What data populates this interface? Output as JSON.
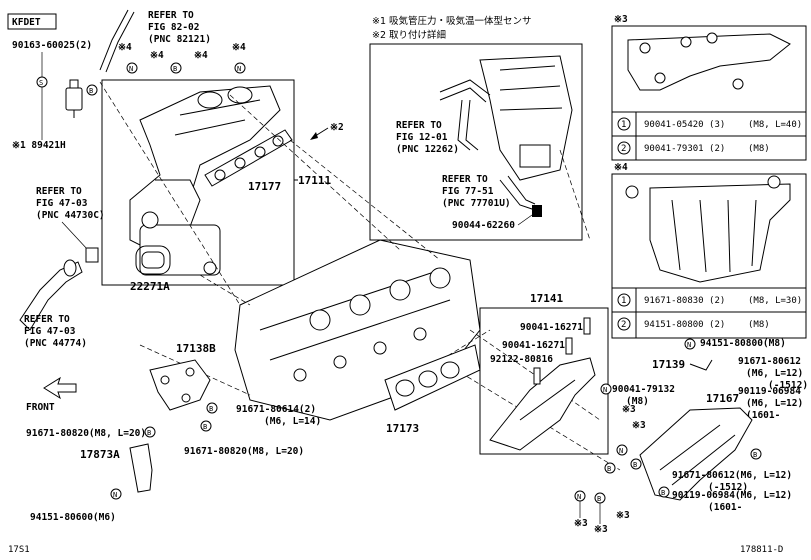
{
  "header": {
    "kfdet": "KFDET",
    "jp_note1": "※1 吸気管圧力・吸気温一体型センサ",
    "jp_note2": "※2 取り付け詳細",
    "note3_mark": "※3",
    "note4_mark": "※4"
  },
  "labels": {
    "p90163": "90163-60025(2)",
    "refer_top_1": "REFER TO",
    "refer_top_2": "FIG 82-02",
    "refer_top_3": "(PNC 82121)",
    "m4a": "※4",
    "m4b": "※4",
    "m4c": "※4",
    "p89421": "※1 89421H",
    "p17111": "17111",
    "p17177": "17177",
    "m2": "※2",
    "refer_l1_1": "REFER TO",
    "refer_l1_2": "FIG 47-03",
    "refer_l1_3": "(PNC 44730C)",
    "p22271": "22271A",
    "refer_l2_1": "REFER TO",
    "refer_l2_2": "FIG 47-03",
    "refer_l2_3": "(PNC 44774)",
    "refer_c1_1": "REFER TO",
    "refer_c1_2": "FIG 12-01",
    "refer_c1_3": "(PNC 12262)",
    "refer_c2_1": "REFER TO",
    "refer_c2_2": "FIG 77-51",
    "refer_c2_3": "(PNC 77701U)",
    "p90044": "90044-62260",
    "p17141": "17141",
    "p90041_1": "90041-16271",
    "p90041_2": "90041-16271",
    "p92122": "92122-80816",
    "p90041_79132": "90041-79132",
    "p90041_79132b": "(M8)",
    "p17138": "17138B",
    "front": "FRONT",
    "p91671_80614": "91671-80614(2)",
    "p91671_80614b": "(M6, L=14)",
    "p91671_80820a": "91671-80820(M8, L=20)",
    "p91671_80820b": "91671-80820(M8, L=20)",
    "p17873": "17873A",
    "p17173": "17173",
    "p94151_80600": "94151-80600(M6)",
    "p94151_80800": "94151-80800(M8)",
    "p17139": "17139",
    "p91671_80612a": "91671-80612",
    "p91671_80612a2": "(M6, L=12)",
    "p91671_80612a3": "(-1512)",
    "p90119_a": "90119-06984",
    "p90119_a2": "(M6, L=12)",
    "p90119_a3": "(1601-",
    "p17167": "17167",
    "p91671_80612b": "91671-80612(M6, L=12)",
    "p91671_80612b2": "(-1512)",
    "p90119_b": "90119-06984(M6, L=12)",
    "p90119_b2": "(1601-",
    "m3a": "※3",
    "m3b": "※3",
    "m3c": "※3",
    "m3d": "※3",
    "m3e": "※3",
    "footer_left": "17S1",
    "footer_right": "178811-D"
  },
  "table3": [
    {
      "num": "1",
      "part": "90041-05420 (3)",
      "spec": "(M8, L=40)"
    },
    {
      "num": "2",
      "part": "90041-79301 (2)",
      "spec": "(M8)"
    }
  ],
  "table4": [
    {
      "num": "1",
      "part": "91671-80830 (2)",
      "spec": "(M8, L=30)"
    },
    {
      "num": "2",
      "part": "94151-80800 (2)",
      "spec": "(M8)"
    }
  ]
}
